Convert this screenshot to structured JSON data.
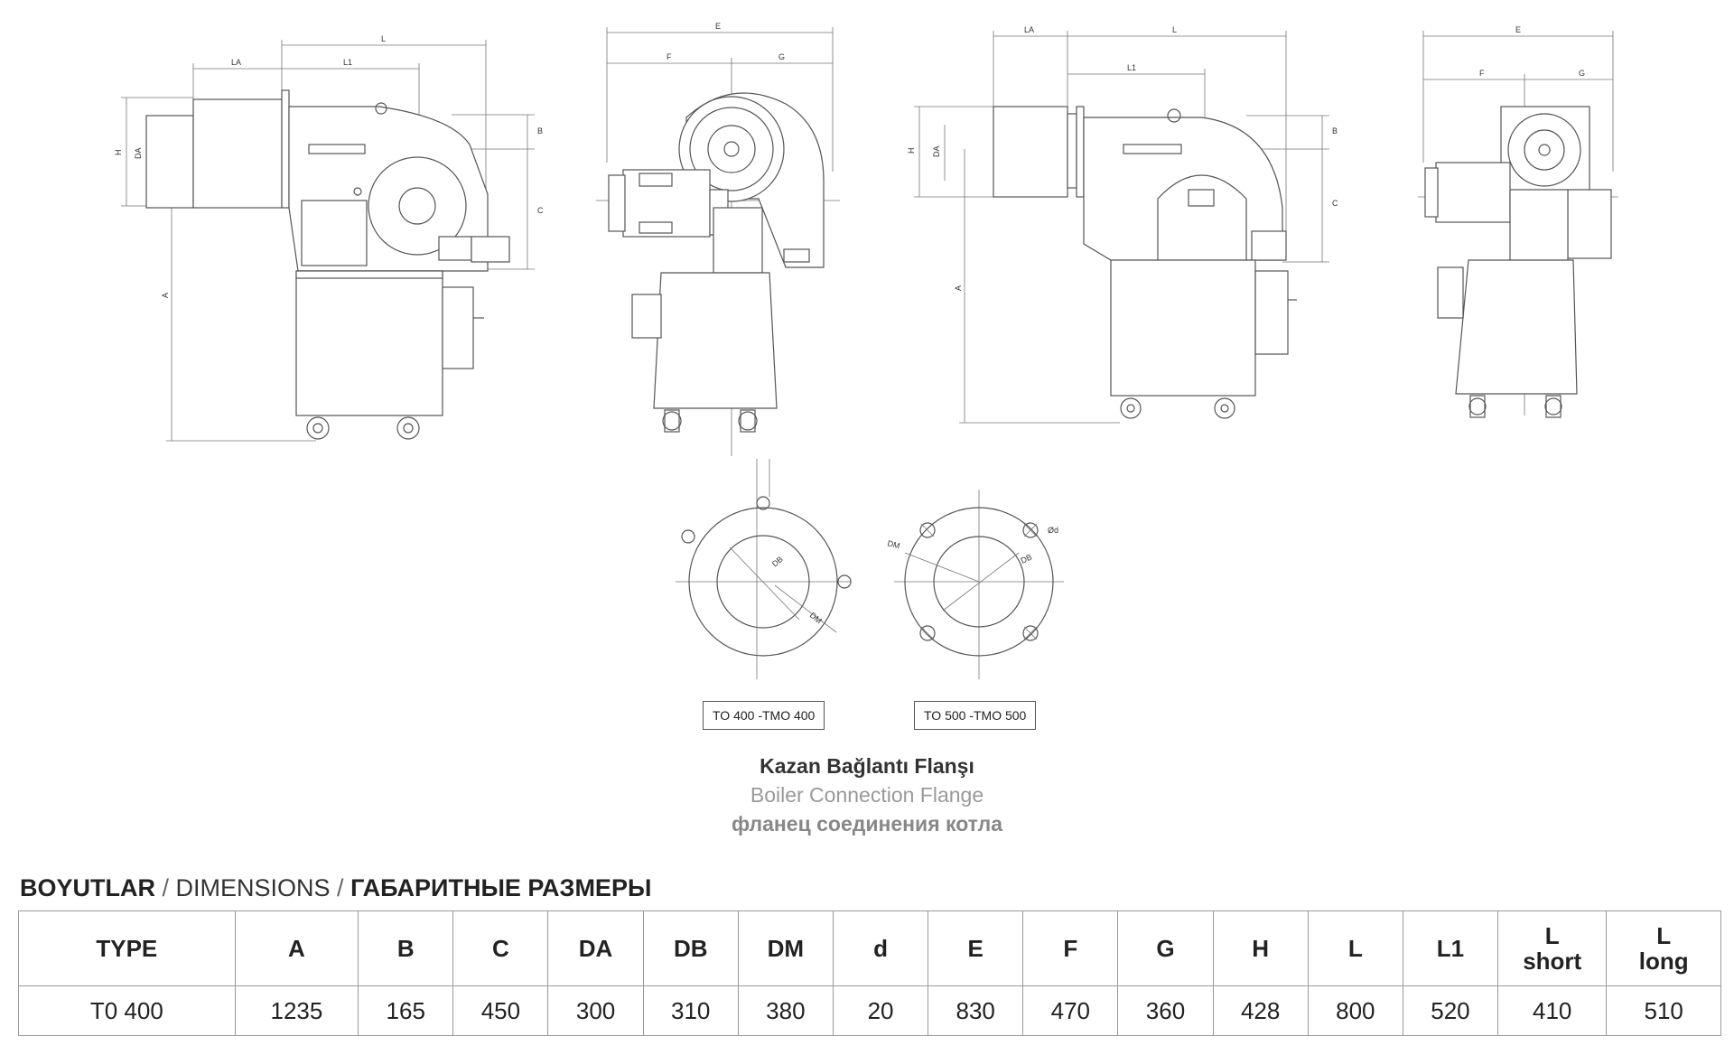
{
  "drawing_labels": {
    "view1": {
      "L": "L",
      "LA": "LA",
      "L1": "L1",
      "H": "H",
      "DA": "DA",
      "A": "A",
      "B": "B",
      "C": "C"
    },
    "view2": {
      "E": "E",
      "F": "F",
      "G": "G"
    },
    "view3": {
      "LA": "LA",
      "L": "L",
      "L1": "L1",
      "H": "H",
      "DA": "DA",
      "A": "A",
      "B": "B",
      "C": "C"
    },
    "view4": {
      "E": "E",
      "F": "F",
      "G": "G"
    },
    "flange1": {
      "DB": "DB",
      "DM": "DM"
    },
    "flange2": {
      "DM": "DM",
      "DB": "DB",
      "d": "Ød"
    }
  },
  "flange_tags": [
    "TO 400 -TMO 400",
    "TO 500 -TMO 500"
  ],
  "caption": {
    "tr": "Kazan Bağlantı Flanşı",
    "en": "Boiler Connection Flange",
    "ru": "фланец соединения котла"
  },
  "dimensions_heading": {
    "tr": "BOYUTLAR",
    "sep": " / ",
    "en": "DIMENSIONS",
    "ru": "ГАБАРИТНЫЕ РАЗМЕРЫ"
  },
  "table": {
    "headers": [
      "TYPE",
      "A",
      "B",
      "C",
      "DA",
      "DB",
      "DM",
      "d",
      "E",
      "F",
      "G",
      "H",
      "L",
      "L1",
      "L\nshort",
      "L\nlong"
    ],
    "rows": [
      [
        "T0 400",
        "1235",
        "165",
        "450",
        "300",
        "310",
        "380",
        "20",
        "830",
        "470",
        "360",
        "428",
        "800",
        "520",
        "410",
        "510"
      ]
    ]
  }
}
